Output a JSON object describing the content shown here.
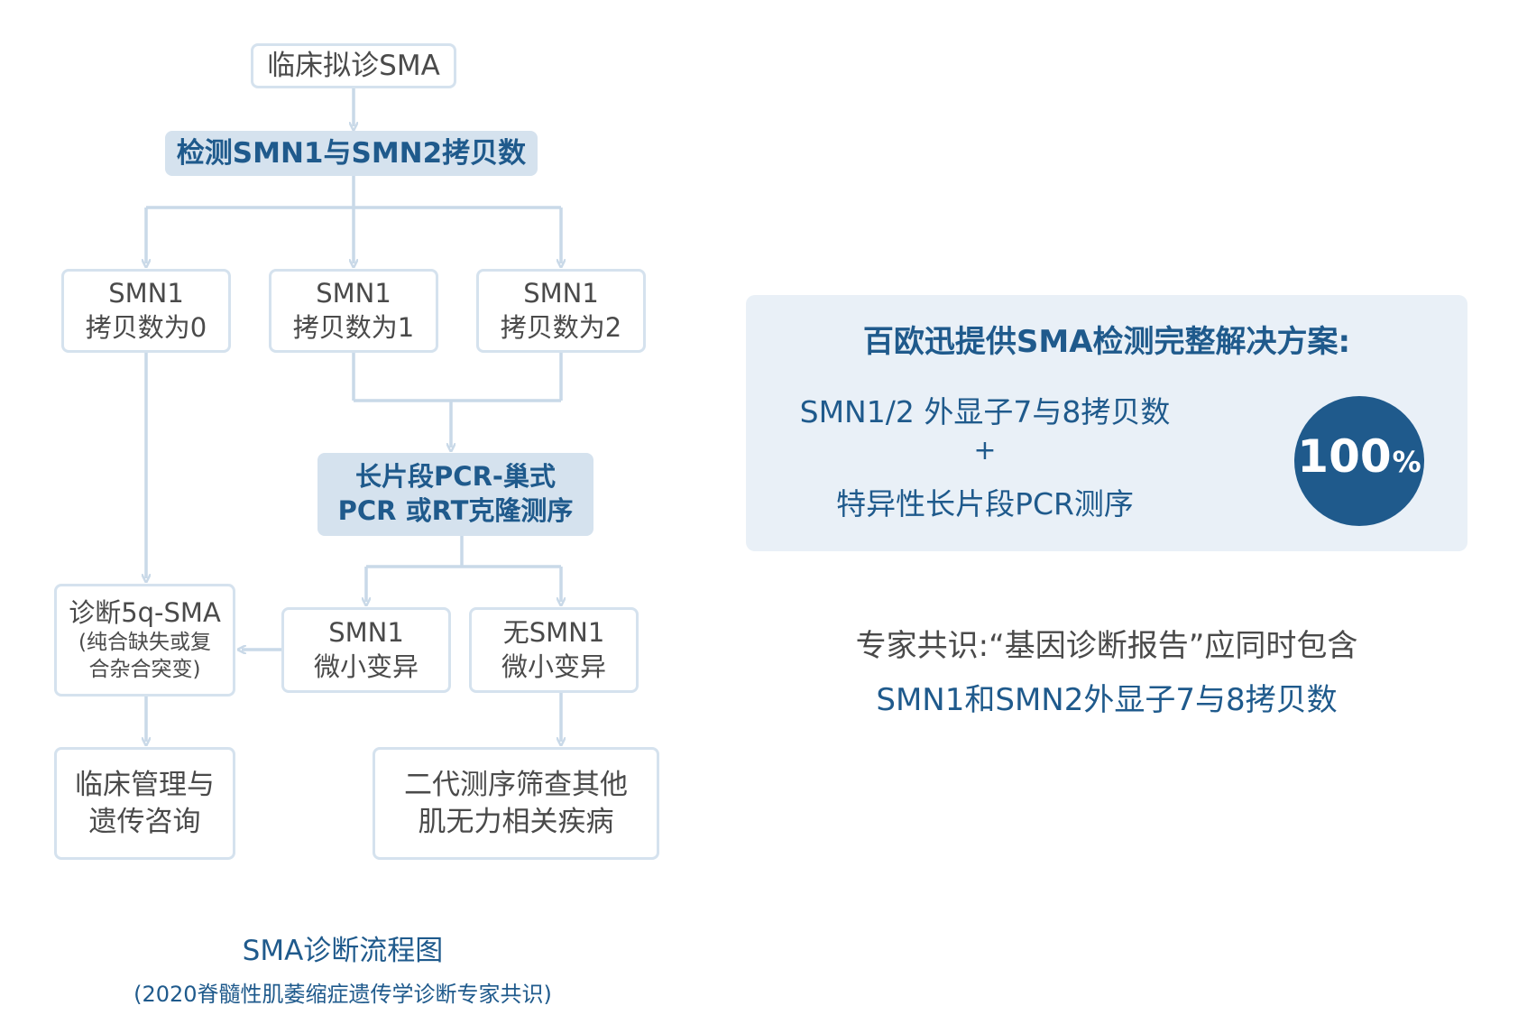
{
  "flowchart": {
    "start": "临床拟诊SMA",
    "test": "检测SMN1与SMN2拷贝数",
    "copy0": [
      "SMN1",
      "拷贝数为0"
    ],
    "copy1": [
      "SMN1",
      "拷贝数为1"
    ],
    "copy2": [
      "SMN1",
      "拷贝数为2"
    ],
    "pcr": [
      "长片段PCR-巢式",
      "PCR 或RT克隆测序"
    ],
    "diagnosis": [
      "诊断5q-SMA",
      "(纯合缺失或复",
      "合杂合突变)"
    ],
    "micro": [
      "SMN1",
      "微小变异"
    ],
    "no_micro": [
      "无SMN1",
      "微小变异"
    ],
    "management": [
      "临床管理与",
      "遗传咨询"
    ],
    "ngs": [
      "二代测序筛查其他",
      "肌无力相关疾病"
    ]
  },
  "caption": {
    "title": "SMA诊断流程图",
    "source": "(2020脊髓性肌萎缩症遗传学诊断专家共识)"
  },
  "panel": {
    "title": "百欧迅提供SMA检测完整解决方案:",
    "line1": "SMN1/2 外显子7与8拷贝数",
    "plus": "+",
    "line2": "特异性长片段PCR测序",
    "badge_value": "100",
    "badge_unit": "%"
  },
  "consensus": {
    "line1": "专家共识:“基因诊断报告”应同时包含",
    "line2": "SMN1和SMN2外显子7与8拷贝数"
  },
  "colors": {
    "accent": "#1f5a8c",
    "box_border": "#d5e2ee",
    "box_fill_highlight": "#d5e2ee",
    "panel_bg": "#e9f0f7",
    "connector": "#c9d9e8",
    "text": "#4a4a4a"
  }
}
